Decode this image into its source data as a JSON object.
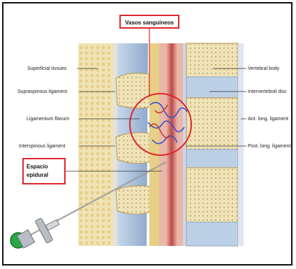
{
  "callouts": {
    "vessels": "Vasos sanguíneos",
    "epidural_line1": "Espacio",
    "epidural_line2": "epidural"
  },
  "labels_left": {
    "superficial": "Superficial tissues",
    "supraspinous": "Supraspinous ligament",
    "flavum": "Ligamentum flavum",
    "interspinous": "Interspinous ligament"
  },
  "labels_right": {
    "vertebral_body": "Vertebral body",
    "disc": "Intervertebral disc",
    "ant_ligament": "Ant. long. ligament",
    "post_ligament": "Post. long. ligament"
  },
  "colors": {
    "highlight": "#e0262b",
    "bone": "#eadca8",
    "cord": "#c85a5a",
    "vessel": "#3a52c6",
    "needle_hub": "#2aa846"
  }
}
